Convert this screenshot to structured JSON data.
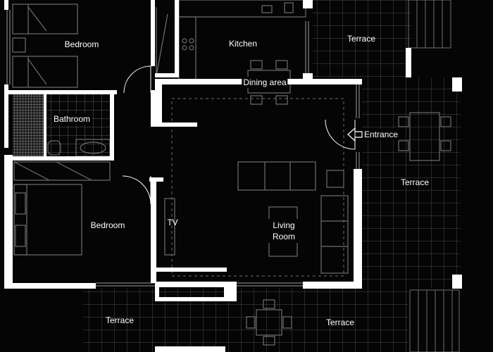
{
  "rooms": {
    "bedroom_top": "Bedroom",
    "kitchen": "Kitchen",
    "terrace_top_right": "Terrace",
    "dining": "Dining area",
    "bathroom": "Bathroom",
    "entrance": "Entrance",
    "terrace_right": "Terrace",
    "bedroom_bottom": "Bedroom",
    "tv": "TV",
    "living": "Living Room",
    "terrace_bottom_left": "Terrace",
    "terrace_bottom": "Terrace"
  },
  "colors": {
    "background": "#050505",
    "wall": "#ffffff",
    "furniture_line": "#6e6e6e",
    "tile_line": "#4a4a4a"
  }
}
